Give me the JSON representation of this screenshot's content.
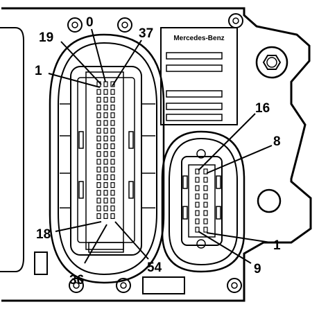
{
  "diagram": {
    "brand_label": "Mercedes-Benz",
    "large_connector": {
      "pin_labels": [
        "19",
        "0",
        "37",
        "1",
        "18",
        "36",
        "54"
      ]
    },
    "small_connector": {
      "pin_labels": [
        "16",
        "8",
        "1",
        "9"
      ]
    }
  }
}
